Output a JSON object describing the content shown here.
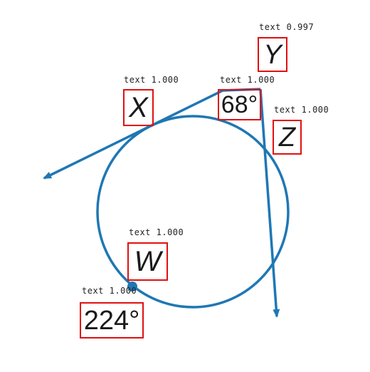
{
  "colors": {
    "line": "#1f77b4",
    "box": "#e01010",
    "text": "#1a1a1a",
    "annotation": "#222222"
  },
  "labels": {
    "X": "X",
    "Y": "Y",
    "Z": "Z",
    "W": "W",
    "angle_68": "68°",
    "angle_224": "224°"
  },
  "annotations": {
    "Y": "text 0.997",
    "X": "text 1.000",
    "angle_68": "text 1.000",
    "Z": "text 1.000",
    "W": "text 1.000",
    "angle_224": "text 1.000"
  }
}
